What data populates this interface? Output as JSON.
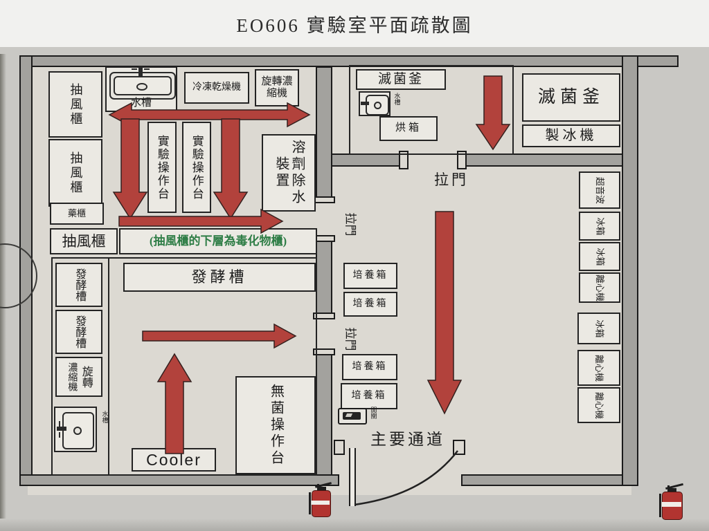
{
  "title": "EO606 實驗室平面疏散圖",
  "colors": {
    "arrow": "#b2423c",
    "wall": "#a3a29e",
    "floor": "#dcd9d2",
    "note_green": "#2e7d46",
    "extinguisher_red": "#b23430"
  },
  "upper_lab": {
    "fume_hood_1": "抽風櫃",
    "fume_hood_2": "抽風櫃",
    "medicine_cabinet": "藥櫃",
    "sink": "水槽",
    "freeze_dryer": "冷凍乾燥機",
    "rotary_evaporator": "旋轉濃縮機",
    "bench_1": "實驗操作台",
    "bench_2": "實驗操作台",
    "solvent_dewater": "溶劑除水裝置",
    "fume_hood_3": "抽風櫃",
    "fume_hood_note": "(抽風櫃的下層為毒化物櫃)"
  },
  "lower_lab": {
    "ferment_tank_top": "發酵槽",
    "ferment_tank_1": "發酵槽",
    "ferment_tank_2": "發酵槽",
    "concentrator": "濃縮機",
    "rotary": "旋轉",
    "sink": "水槽",
    "cooler": "Cooler",
    "sterile_bench": "無菌操作台"
  },
  "sterilize_room": {
    "autoclave": "滅菌釜",
    "sink": "水槽",
    "oven": "烘箱"
  },
  "right_side": {
    "autoclave": "滅菌釜",
    "ice_maker": "製冰機",
    "equipment": [
      "超音波",
      "冰箱",
      "冰箱",
      "離心機",
      "冰箱",
      "離心機",
      "離心機"
    ]
  },
  "corridor": {
    "door_top": "拉門",
    "door_left_upper": "拉門",
    "door_left_lower": "拉門",
    "incubators": [
      "培養箱",
      "培養箱",
      "培養箱",
      "培養箱"
    ],
    "switch": "開關",
    "main_passage": "主要通道"
  }
}
